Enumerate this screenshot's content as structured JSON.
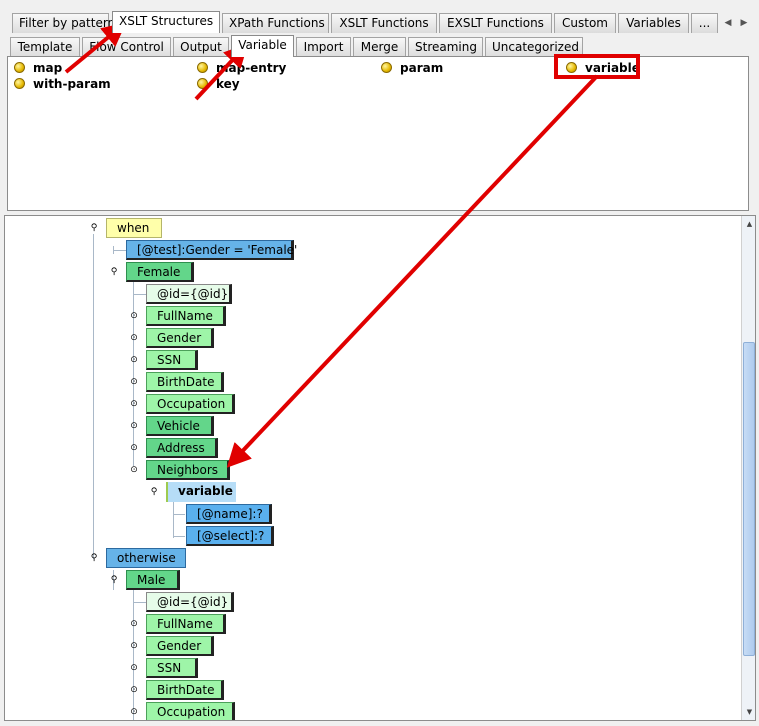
{
  "top_tabs": [
    {
      "label": "Filter by pattern",
      "active": false
    },
    {
      "label": "XSLT Structures",
      "active": true
    },
    {
      "label": "XPath Functions",
      "active": false
    },
    {
      "label": "XSLT Functions",
      "active": false
    },
    {
      "label": "EXSLT Functions",
      "active": false
    },
    {
      "label": "Custom",
      "active": false
    },
    {
      "label": "Variables",
      "active": false
    },
    {
      "label": "...",
      "active": false
    }
  ],
  "sub_tabs": [
    {
      "label": "Template",
      "active": false
    },
    {
      "label": "Flow Control",
      "active": false
    },
    {
      "label": "Output",
      "active": false
    },
    {
      "label": "Variable",
      "active": true
    },
    {
      "label": "Import",
      "active": false
    },
    {
      "label": "Merge",
      "active": false
    },
    {
      "label": "Streaming",
      "active": false
    },
    {
      "label": "Uncategorized",
      "active": false
    }
  ],
  "palette_items": [
    "map",
    "map-entry",
    "param",
    "variable",
    "with-param",
    "key"
  ],
  "tree": {
    "when": "when",
    "when_test": "[@test]:Gender = 'Female'",
    "female": "Female",
    "female_children": [
      "@id={@id}",
      "FullName",
      "Gender",
      "SSN",
      "BirthDate",
      "Occupation",
      "Vehicle",
      "Address",
      "Neighbors"
    ],
    "variable": "variable",
    "variable_attrs": [
      "[@name]:?",
      "[@select]:?"
    ],
    "otherwise": "otherwise",
    "male": "Male",
    "male_children": [
      "@id={@id}",
      "FullName",
      "Gender",
      "SSN",
      "BirthDate",
      "Occupation"
    ]
  },
  "icons": {
    "palette_bullet": "yellow-ball-icon",
    "scroll_left": "scroll-left-icon",
    "scroll_right": "scroll-right-icon",
    "expander": "expander-icon"
  },
  "colors": {
    "annotation_red": "#e00000",
    "when_node": "#ffffaa",
    "element_node": "#63d68a",
    "child_node": "#9ef5a8",
    "test_node": "#66b3e8"
  }
}
